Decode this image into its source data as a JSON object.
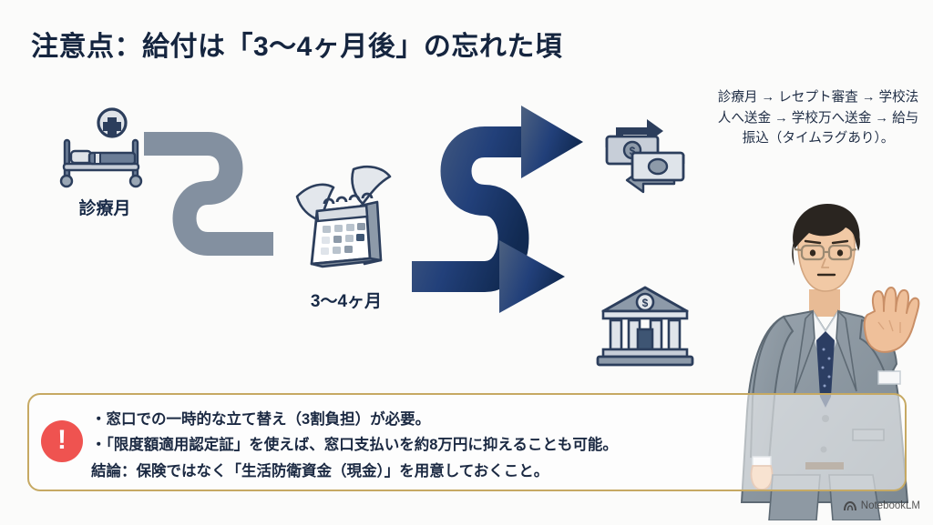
{
  "slide": {
    "title": "注意点：給付は「3〜4ヶ月後」の忘れた頃",
    "background_color": "#fbfbfa",
    "title_color": "#15253f"
  },
  "flow": {
    "nodes": [
      {
        "id": "treatment-month",
        "icon": "hospital-bed-icon",
        "label": "診療月"
      },
      {
        "id": "waiting-period",
        "icon": "calendar-icon",
        "label": "3〜4ヶ月"
      },
      {
        "id": "money-transfer",
        "icon": "money-exchange-icon",
        "label": ""
      },
      {
        "id": "bank",
        "icon": "bank-building-icon",
        "label": ""
      }
    ],
    "connectors": [
      {
        "id": "connector-1",
        "style": "s-curve",
        "color": "#8390a0"
      },
      {
        "id": "connector-2",
        "style": "s-curve-split-arrows",
        "color": "#1b3663"
      }
    ]
  },
  "note": {
    "text": "診療月 → レセプト審査 → 学校法人へ送金 → 学校万へ送金 → 給与振込（タイムラグあり）。",
    "color": "#1f2d45"
  },
  "person": {
    "name": "businessman-stop-gesture-illustration",
    "suit_color": "#8e99a3",
    "tie_color": "#2c3e63",
    "hair_color": "#2a2520",
    "skin_color": "#f1c9a5"
  },
  "warning_box": {
    "border_color": "#c6a963",
    "icon": "alert-exclamation-icon",
    "icon_color": "#ef5350",
    "icon_glyph": "!",
    "lines": [
      "・窓口での一時的な立て替え（3割負担）が必要。",
      "・「限度額適用認定証」を使えば、窓口支払いを約8万円に抑えることも可能。",
      "結論：保険ではなく「生活防衛資金（現金）」を用意しておくこと。"
    ]
  },
  "watermark": {
    "label": "NotebookLM"
  }
}
